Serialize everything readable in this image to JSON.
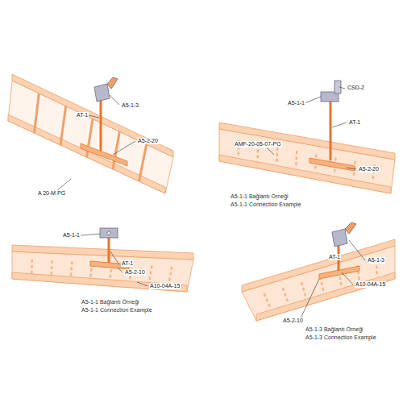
{
  "diagram": {
    "labels": [
      "A5-1-3",
      "AT-1",
      "A5-2-20",
      "A 20-M PG",
      "CSD-2",
      "A5-1-1",
      "AT-1",
      "AMF-20-05-07-PG",
      "A5-2-20",
      "A5-1-1 Bağlantı Örneği",
      "A5-1-1 Connection Example",
      "A5-1-1",
      "AT-1",
      "A5-2-10",
      "A10-04A-15",
      "A5-1-1 Bağlantı Örneği",
      "A5-1-1 Connection Example",
      "AT-1",
      "A5-1-3",
      "A10-04A-15",
      "A5-2-10",
      "A5-1-3 Bağlantı Örneği",
      "A5-1-3 Connection Example"
    ]
  }
}
